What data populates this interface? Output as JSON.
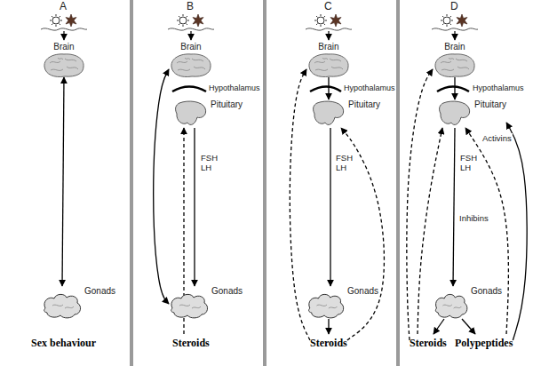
{
  "diagram": {
    "nodes": [
      {
        "text": [
          "Brain"
        ]
      },
      {
        "text": [
          "Gonads"
        ]
      },
      {
        "text": [
          "Sex behaviour"
        ]
      },
      {
        "text": [
          "Brain"
        ]
      },
      {
        "text": [
          "Pituitary"
        ]
      },
      {
        "text": [
          "Gonads"
        ]
      },
      {
        "text": [
          "Steroids"
        ]
      },
      {
        "text": [
          "Brain"
        ]
      },
      {
        "text": [
          "Pituitary"
        ]
      },
      {
        "text": [
          "Gonads"
        ]
      },
      {
        "text": [
          "Steroids"
        ]
      },
      {
        "text": [
          "Brain"
        ]
      },
      {
        "text": [
          "Pituitary"
        ]
      },
      {
        "text": [
          "Gonads"
        ]
      },
      {
        "text": [
          "Steroids"
        ]
      },
      {
        "text": [
          "Polypeptides"
        ]
      }
    ],
    "edges": [
      {
        "from": 0,
        "to": 1,
        "arrow": "both"
      },
      {
        "from": 3,
        "to": 5,
        "arrow": "both"
      },
      {
        "from": 4,
        "to": 5,
        "label": "FSH LH",
        "arrow": "to"
      },
      {
        "from": 6,
        "to": 4,
        "arrow": "to"
      },
      {
        "from": 7,
        "to": 8,
        "arrow": "to"
      },
      {
        "from": 8,
        "to": 9,
        "label": "FSH LH",
        "arrow": "to"
      },
      {
        "from": 9,
        "to": 10,
        "arrow": "to"
      },
      {
        "from": 10,
        "to": 7,
        "arrow": "to"
      },
      {
        "from": 10,
        "to": 8,
        "arrow": "to"
      },
      {
        "from": 11,
        "to": 12,
        "arrow": "to"
      },
      {
        "from": 12,
        "to": 13,
        "label": "FSH LH",
        "arrow": "to"
      },
      {
        "from": 13,
        "to": 14,
        "arrow": "to"
      },
      {
        "from": 13,
        "to": 15,
        "arrow": "to"
      },
      {
        "from": 14,
        "to": 11,
        "arrow": "to"
      },
      {
        "from": 14,
        "to": 12,
        "arrow": "to"
      },
      {
        "from": 15,
        "to": 12,
        "label": "Inhibins",
        "arrow": "to"
      },
      {
        "from": 15,
        "to": 12,
        "label": "Activins",
        "arrow": "to"
      }
    ],
    "labels": [
      "A",
      "B",
      "C",
      "D",
      "Hypothalamus",
      "Hypothalamus",
      "Hypothalamus"
    ]
  }
}
